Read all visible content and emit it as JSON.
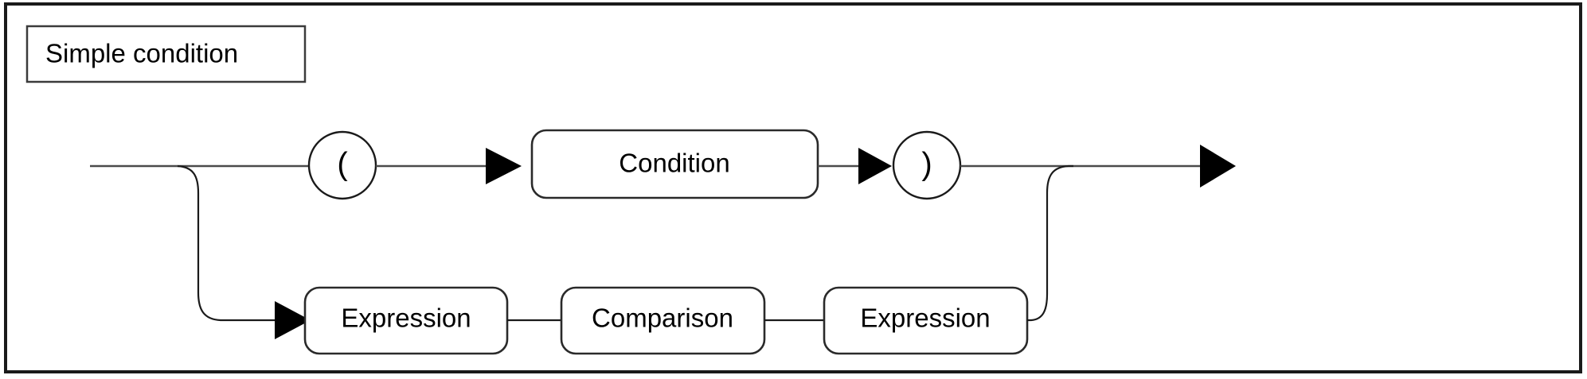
{
  "diagram": {
    "kind": "railroad-syntax-diagram",
    "title": "Simple condition",
    "frame": {
      "stroke": "#1a1a1a",
      "fill": "#ffffff"
    },
    "rail_color": "#4a4a4a",
    "text_color": "#000000",
    "entry_label": "",
    "exit_label": "",
    "paths": [
      {
        "name": "parenthesized-condition",
        "sequence": [
          "(",
          "Condition",
          ")"
        ]
      },
      {
        "name": "comparison-expression",
        "sequence": [
          "Expression",
          "Comparison",
          "Expression"
        ]
      }
    ],
    "nodes": {
      "open_paren": {
        "label": "(",
        "shape": "circle"
      },
      "condition": {
        "label": "Condition",
        "shape": "rounded-rect"
      },
      "close_paren": {
        "label": ")",
        "shape": "circle"
      },
      "expression_left": {
        "label": "Expression",
        "shape": "rounded-rect"
      },
      "comparison": {
        "label": "Comparison",
        "shape": "rounded-rect"
      },
      "expression_right": {
        "label": "Expression",
        "shape": "rounded-rect"
      }
    },
    "arrows": [
      {
        "name": "arrow-into-condition"
      },
      {
        "name": "arrow-into-close-paren"
      },
      {
        "name": "arrow-exit"
      },
      {
        "name": "arrow-into-expression-left"
      }
    ]
  }
}
